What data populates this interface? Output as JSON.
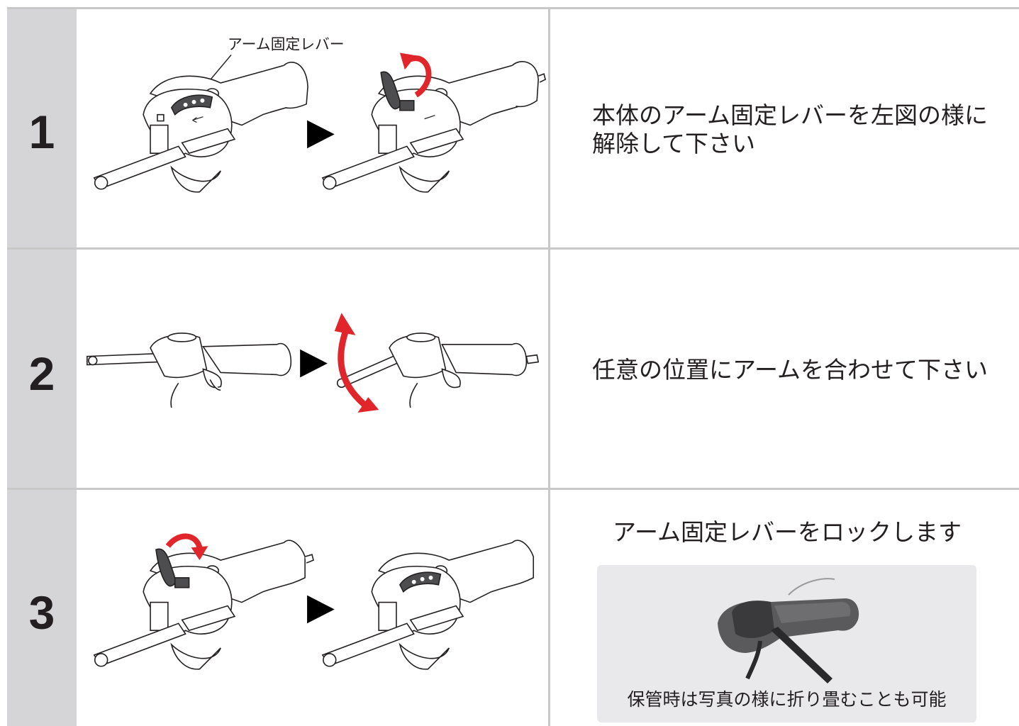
{
  "steps": [
    {
      "number": "1",
      "instruction": "本体のアーム固定レバーを左図の様に解除して下さい",
      "callout": "アーム固定レバー"
    },
    {
      "number": "2",
      "instruction": "任意の位置にアームを合わせて下さい"
    },
    {
      "number": "3",
      "instruction": "アーム固定レバーをロックします",
      "note": {
        "caption": "保管時は写真の様に折り畳むことも可能"
      }
    }
  ],
  "colors": {
    "step_column": "#d5d5d7",
    "divider": "#c8c8c8",
    "arrow_red": "#e0262a",
    "lever_gray": "#4d4d4f",
    "note_panel": "#e9e9eb"
  },
  "icons": [
    "play-arrow-icon",
    "rotate-arrow-icon",
    "swing-arrow-icon"
  ]
}
